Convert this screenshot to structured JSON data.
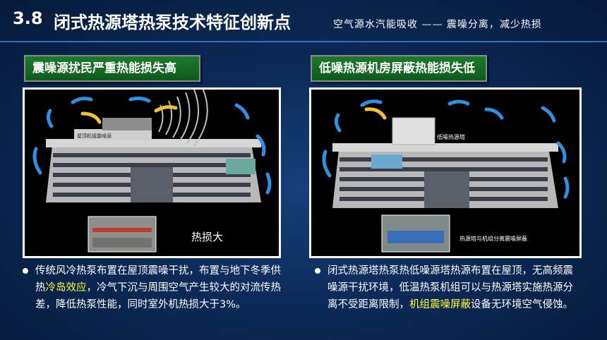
{
  "header": {
    "number": "3.8",
    "title": "闭式热源塔热泵技术特征创新点",
    "subtitle": "空气源水汽能吸收 —— 震噪分离，减少热损"
  },
  "left": {
    "tag": "震噪源扰民严重热能损失高",
    "sign": "屋顶机组震噪源",
    "caption": "热损大",
    "bullet_a": "传统风冷热泵布置在屋顶震噪干扰，布置与地下冬季供热",
    "bullet_hl": "冷岛效应",
    "bullet_b": "，冷气下沉与周围空气产生较大的对流传热差，降低热泵性能，同时室外机热损大于3%。"
  },
  "right": {
    "tag": "低噪热源机房屏蔽热能损失低",
    "sign": "低噪热源塔",
    "caption": "热源塔与机组分离震噪屏蔽",
    "bullet_a": "闭式热源塔热泵热低噪源塔热源布置在屋顶，无高频震噪源干扰环境，低温热泵机组可以与热源塔实施热源分离不受距离限制，",
    "bullet_hl": "机组震噪屏蔽",
    "bullet_b": "设备无环境空气侵蚀。"
  },
  "colors": {
    "background": "#0c2a58",
    "tag_green": "#1c7a2c",
    "highlight": "#ffff33",
    "arrow_blue": "#2f8fe0",
    "arrow_yellow": "#f2c232"
  },
  "icons": [
    "bullet-dot",
    "curved-arrow",
    "building",
    "sound-wave"
  ]
}
